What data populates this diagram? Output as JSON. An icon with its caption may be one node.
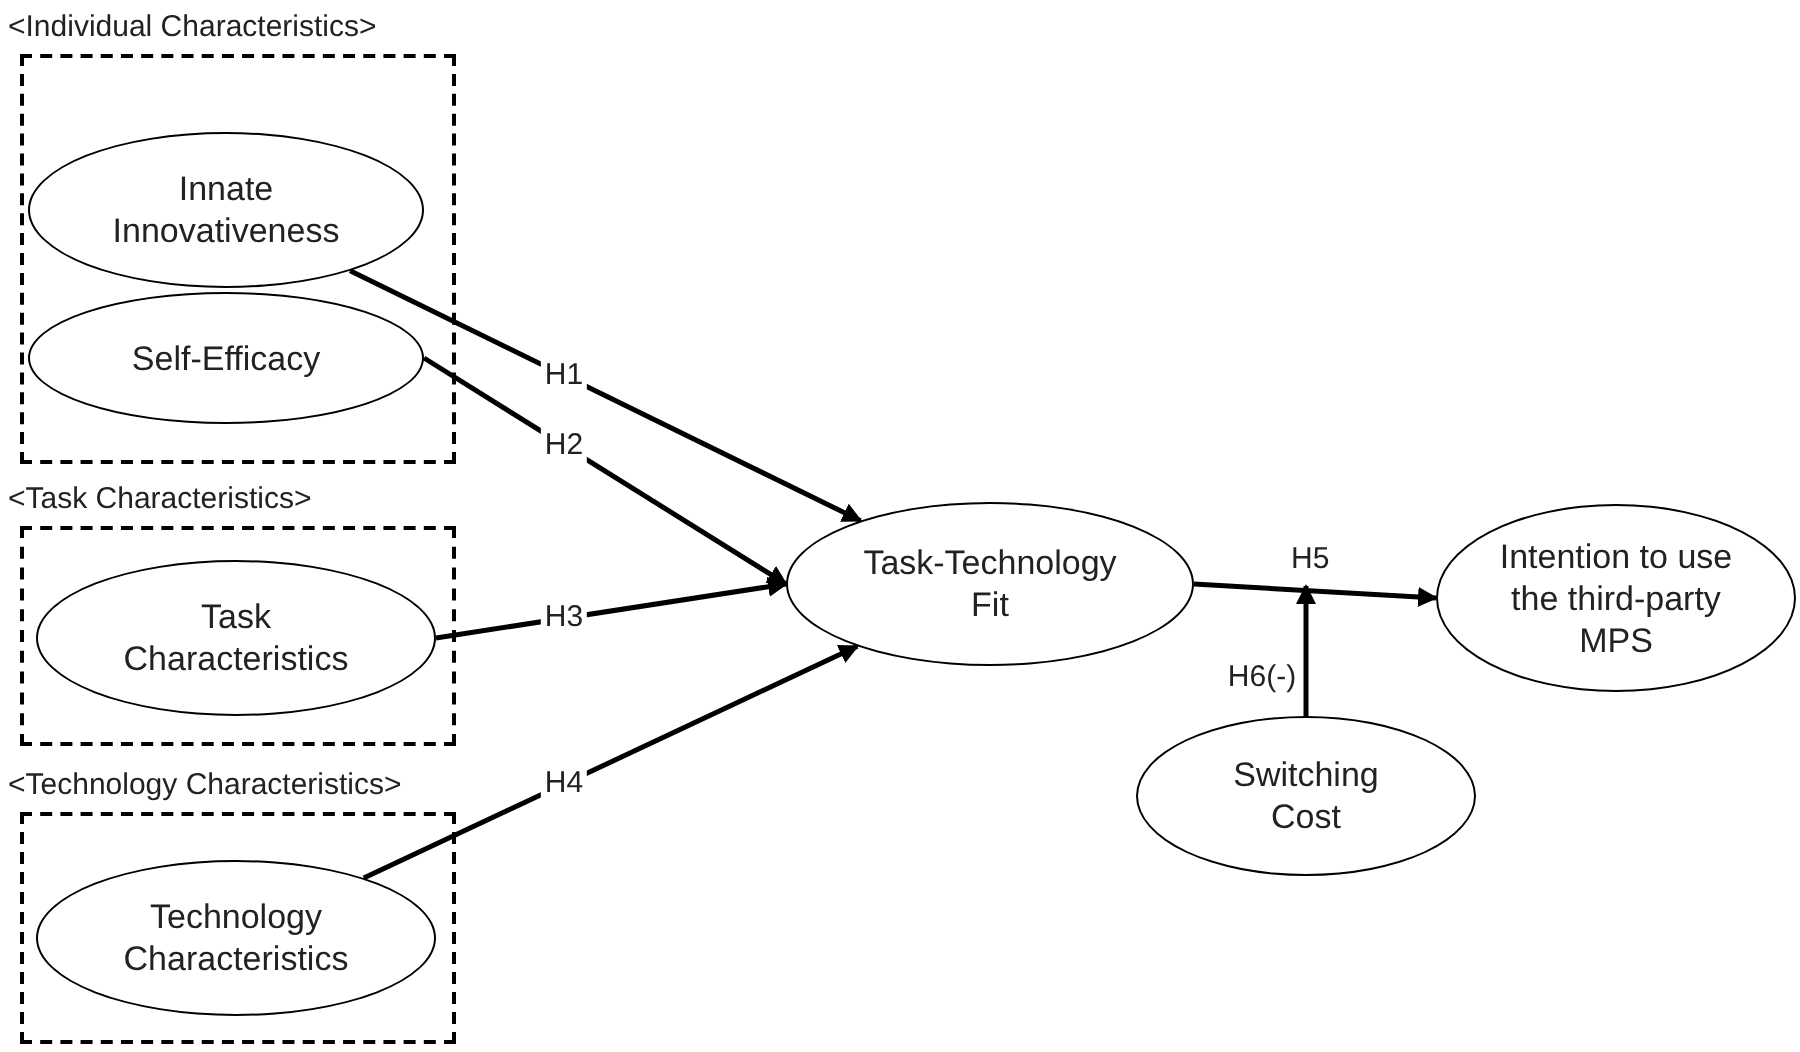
{
  "diagram": {
    "nodes": [
      {
        "text": [
          "<Individual Characteristics>"
        ]
      },
      {
        "text": [
          "Innate Innovativeness"
        ],
        "in": 0
      },
      {
        "text": [
          "Self-Efficacy"
        ],
        "in": 0
      },
      {
        "text": [
          "<Task Characteristics>"
        ]
      },
      {
        "text": [
          "Task Characteristics"
        ],
        "in": 3
      },
      {
        "text": [
          "<Technology Characteristics>"
        ]
      },
      {
        "text": [
          "Technology Characteristics"
        ],
        "in": 5
      },
      {
        "text": [
          "Task-Technology Fit"
        ]
      },
      {
        "text": [
          "Intention to use the third-party MPS"
        ]
      },
      {
        "text": [
          "Switching Cost"
        ]
      }
    ],
    "edges": [
      {
        "from": 1,
        "to": 7,
        "arrow": "to",
        "label": "H1"
      },
      {
        "from": 2,
        "to": 7,
        "arrow": "to",
        "label": "H2"
      },
      {
        "from": 4,
        "to": 7,
        "arrow": "to",
        "label": "H3"
      },
      {
        "from": 6,
        "to": 7,
        "arrow": "to",
        "label": "H4"
      },
      {
        "from": 7,
        "to": 8,
        "arrow": "to",
        "label": "H5"
      },
      {
        "from": 9,
        "to": null,
        "arrow": "to",
        "label": "H6(-)"
      }
    ]
  }
}
